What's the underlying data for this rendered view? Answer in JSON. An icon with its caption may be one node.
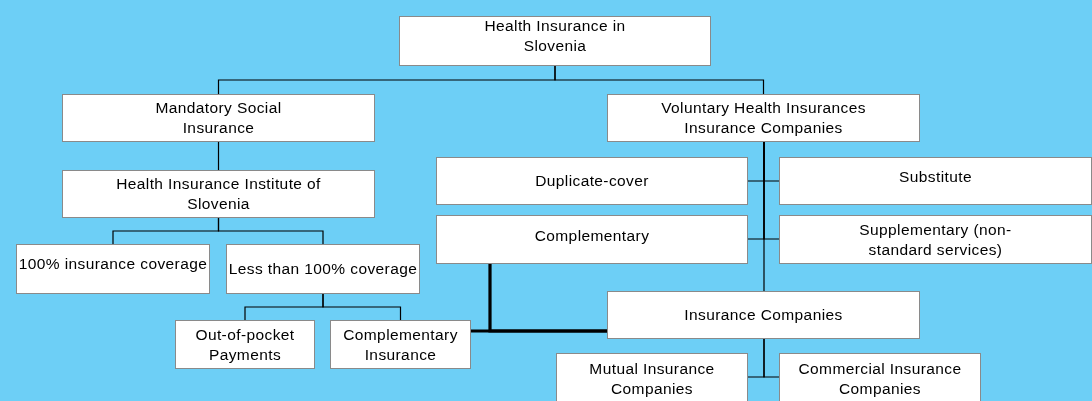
{
  "diagram": {
    "nodes": [
      {
        "text": [
          "Health Insurance in Slovenia"
        ]
      },
      {
        "text": [
          "Mandatory Social Insurance"
        ]
      },
      {
        "text": [
          "Voluntary Health Insurances Insurance Companies"
        ]
      },
      {
        "text": [
          "Health Insurance Institute of Slovenia"
        ]
      },
      {
        "text": [
          "100% insurance coverage"
        ]
      },
      {
        "text": [
          "Less than 100% coverage"
        ]
      },
      {
        "text": [
          "Out-of-pocket Payments"
        ]
      },
      {
        "text": [
          "Complementary Insurance"
        ]
      },
      {
        "text": [
          "Duplicate-cover"
        ]
      },
      {
        "text": [
          "Substitute"
        ]
      },
      {
        "text": [
          "Complementary"
        ]
      },
      {
        "text": [
          "Supplementary (non-standard services)"
        ]
      },
      {
        "text": [
          "Insurance Companies"
        ]
      },
      {
        "text": [
          "Mutual Insurance Companies"
        ]
      },
      {
        "text": [
          "Commercial Insurance Companies"
        ]
      }
    ],
    "edges": [
      {
        "from": 0,
        "to": 1,
        "arrow": "none"
      },
      {
        "from": 0,
        "to": 2,
        "arrow": "none"
      },
      {
        "from": 1,
        "to": 3,
        "arrow": "none"
      },
      {
        "from": 3,
        "to": 4,
        "arrow": "none"
      },
      {
        "from": 3,
        "to": 5,
        "arrow": "none"
      },
      {
        "from": 5,
        "to": 6,
        "arrow": "none"
      },
      {
        "from": 5,
        "to": 7,
        "arrow": "none"
      },
      {
        "from": 2,
        "to": 8,
        "arrow": "none"
      },
      {
        "from": 2,
        "to": 9,
        "arrow": "none"
      },
      {
        "from": 2,
        "to": 10,
        "arrow": "none"
      },
      {
        "from": 2,
        "to": 11,
        "arrow": "none"
      },
      {
        "from": 2,
        "to": 12,
        "arrow": "none"
      },
      {
        "from": 10,
        "to": 12,
        "arrow": "none",
        "style": "thick"
      },
      {
        "from": 7,
        "to": 12,
        "arrow": "none",
        "style": "thick"
      },
      {
        "from": 12,
        "to": 13,
        "arrow": "none"
      },
      {
        "from": 12,
        "to": 14,
        "arrow": "none"
      }
    ]
  }
}
